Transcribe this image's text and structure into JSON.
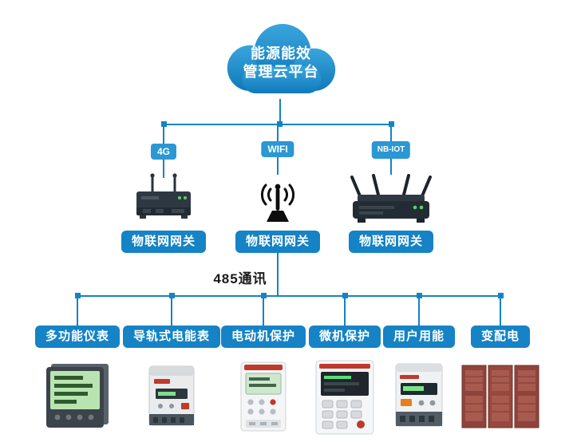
{
  "cloud": {
    "line1": "能源能效",
    "line2": "管理云平台"
  },
  "badges": [
    {
      "label": "4G"
    },
    {
      "label": "WIFI"
    },
    {
      "label": "NB-IOT"
    }
  ],
  "gateways": [
    {
      "label": "物联网网关"
    },
    {
      "label": "物联网网关"
    },
    {
      "label": "物联网网关"
    }
  ],
  "bus_label": "485通讯",
  "devices": [
    {
      "label": "多功能仪表"
    },
    {
      "label": "导轨式电能表"
    },
    {
      "label": "电动机保护"
    },
    {
      "label": "微机保护"
    },
    {
      "label": "用户用能"
    },
    {
      "label": "变配电"
    }
  ],
  "icons": [
    "cloud-platform-icon",
    "4g-router-image",
    "wifi-antenna-icon",
    "nbiot-router-image",
    "multifunction-meter-image",
    "din-rail-meter-image",
    "motor-protection-image",
    "microcomputer-protection-image",
    "user-energy-meter-image",
    "power-distribution-cabinet-image"
  ],
  "colors": {
    "accent": "#1583c5",
    "badge_accent": "#2b97d3",
    "cloud_top": "#3aa5dc",
    "cloud_bottom": "#1079ba",
    "text_dark": "#1a1a1a",
    "label_text": "#ffffff"
  }
}
